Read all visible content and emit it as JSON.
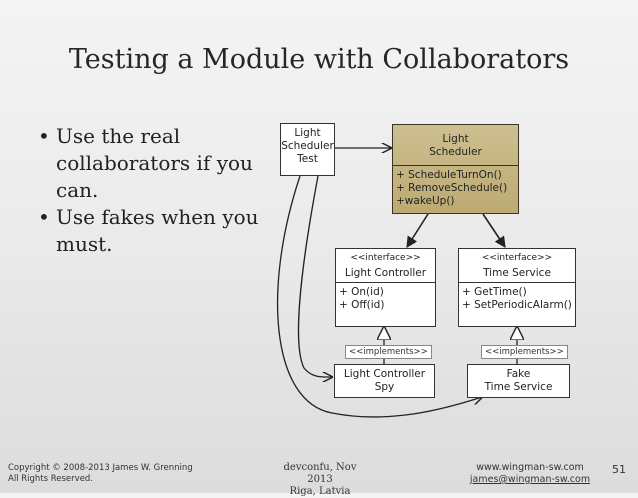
{
  "slide": {
    "title": "Testing a Module with Collaborators",
    "bullets": [
      "Use the real collaborators if you can.",
      "Use fakes when you must."
    ],
    "page_number": "51"
  },
  "diagram": {
    "test": {
      "lines": [
        "Light",
        "Scheduler",
        "Test"
      ]
    },
    "scheduler": {
      "lines": [
        "Light",
        "Scheduler"
      ],
      "ops": [
        "+ ScheduleTurnOn()",
        "+ RemoveSchedule()",
        "+wakeUp()"
      ]
    },
    "light_controller": {
      "stereotype": "<<interface>>",
      "name": "Light Controller",
      "ops": [
        "+ On(id)",
        "+ Off(id)"
      ]
    },
    "time_service": {
      "stereotype": "<<interface>>",
      "name": "Time Service",
      "ops": [
        "+ GetTime()",
        "+ SetPeriodicAlarm()"
      ]
    },
    "implements_left": "<<implements>>",
    "implements_right": "<<implements>>",
    "spy": {
      "lines": [
        "Light Controller",
        "Spy"
      ]
    },
    "fake": {
      "lines": [
        "Fake",
        "Time Service"
      ]
    }
  },
  "footer": {
    "copyright": [
      "Copyright © 2008-2013 James W. Grenning",
      "All Rights Reserved."
    ],
    "event": [
      "devconfu, Nov 2013",
      "Riga, Latvia"
    ],
    "contact": [
      "www.wingman-sw.com",
      "james@wingman-sw.com"
    ]
  },
  "colors": {
    "scheduler_fill": "#c4b47e",
    "background": "#eeeeee"
  }
}
